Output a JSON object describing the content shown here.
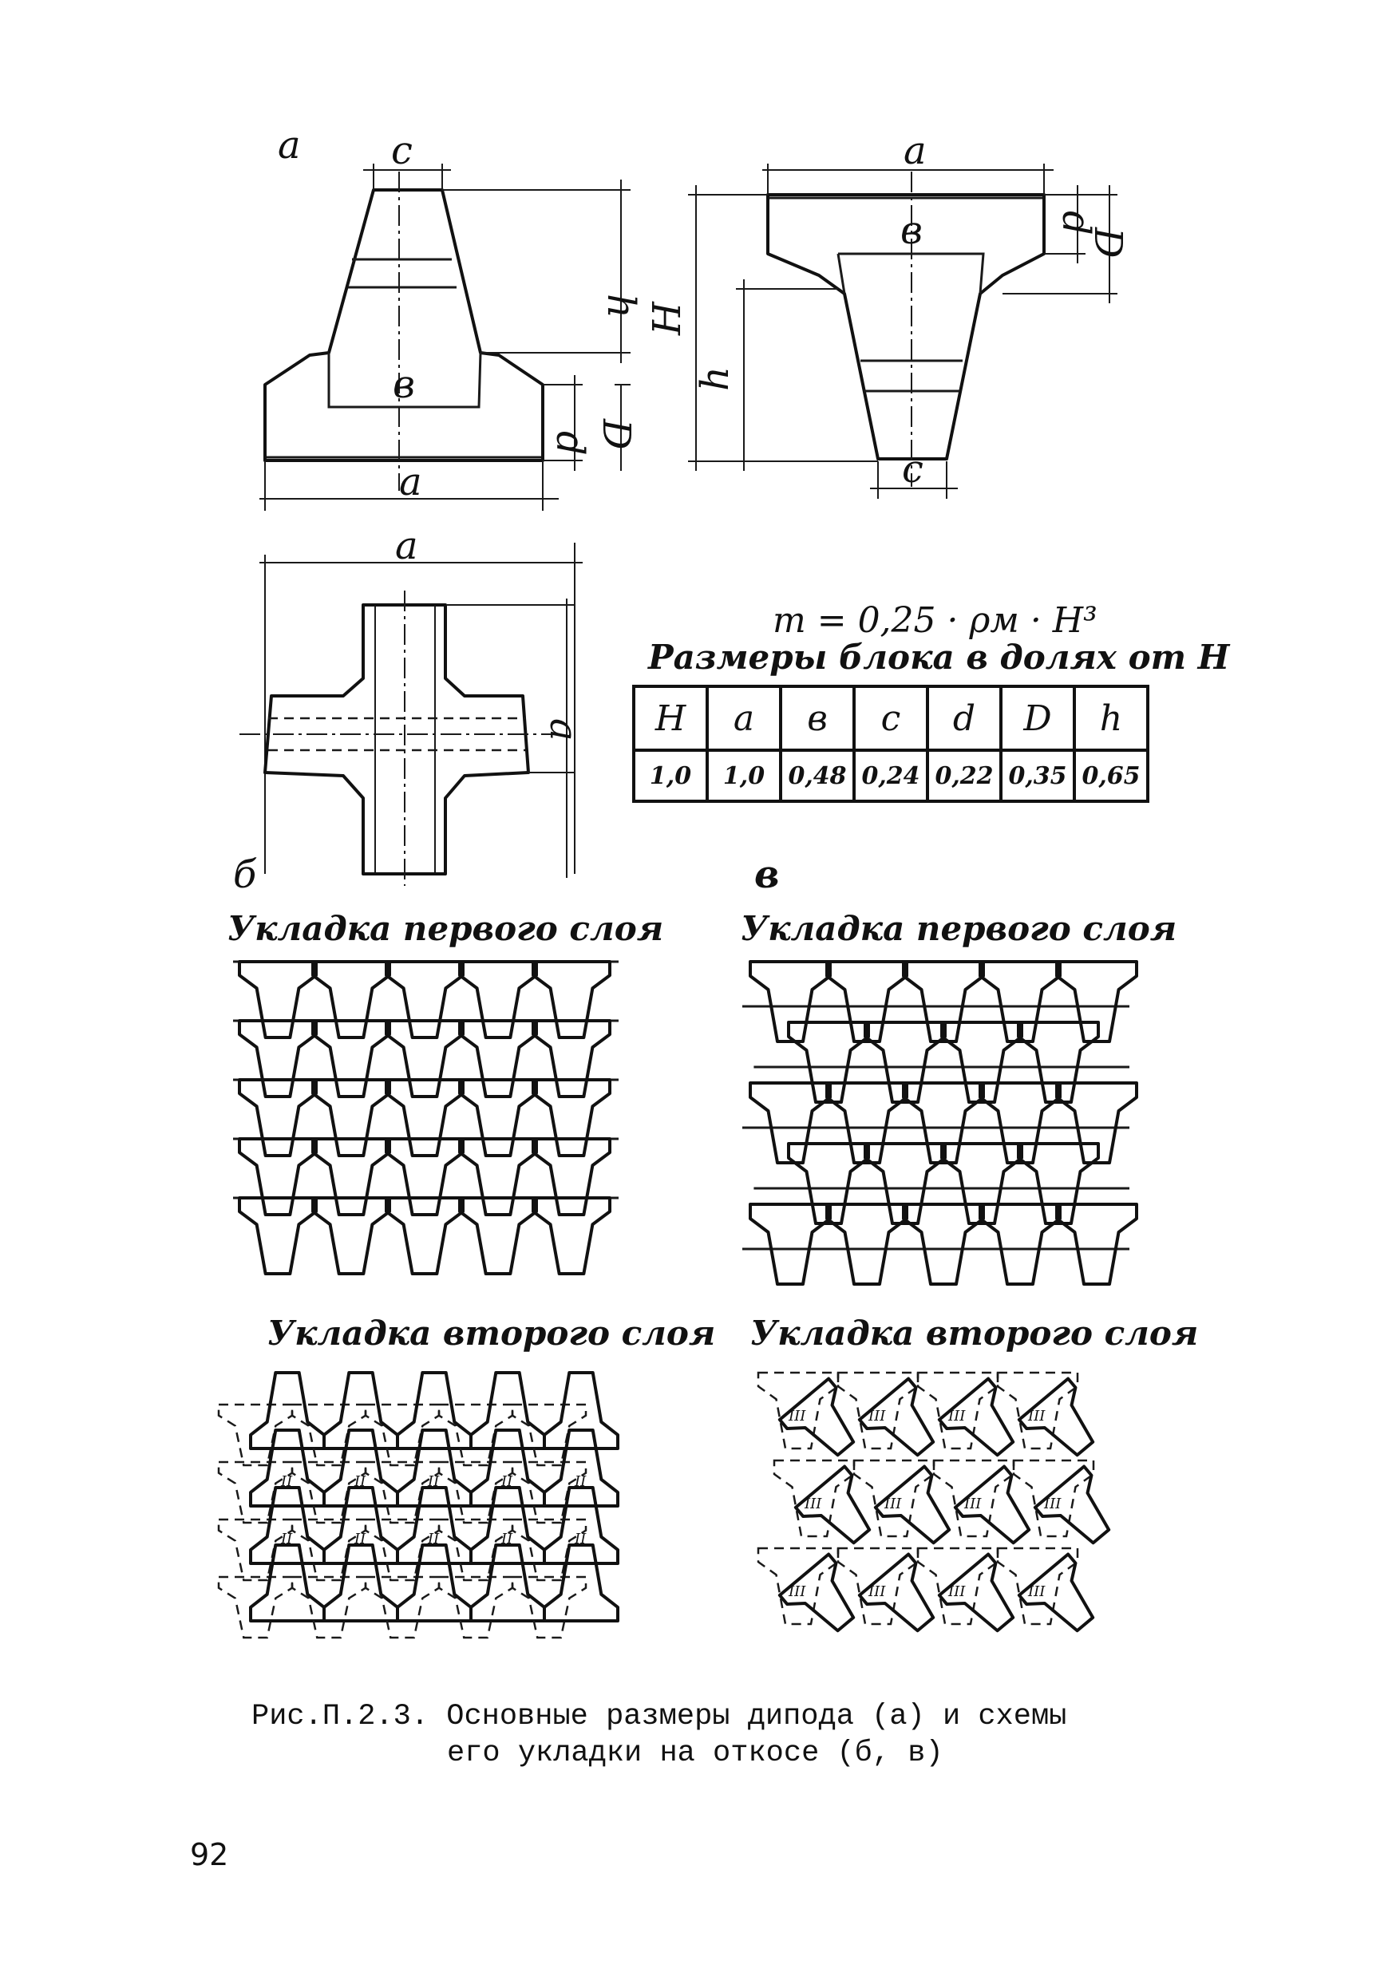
{
  "panel_a_label": "а",
  "panel_b_label": "б",
  "panel_v_label": "в",
  "dim_labels": {
    "a": "a",
    "b": "в",
    "c": "c",
    "d": "d",
    "D": "D",
    "h": "h",
    "H": "H"
  },
  "formula": "m = 0,25 · ρм · H³",
  "table_title": "Размеры блока в долях от H",
  "table": {
    "headers": [
      "H",
      "a",
      "в",
      "c",
      "d",
      "D",
      "h"
    ],
    "values": [
      "1,0",
      "1,0",
      "0,48",
      "0,24",
      "0,22",
      "0,35",
      "0,65"
    ]
  },
  "layer1_b": "Укладка первого слоя",
  "layer1_v": "Укладка первого слоя",
  "layer2_b": "Укладка второго слоя",
  "layer2_v": "Укладка второго слоя",
  "caption_line1": "Рис.П.2.3.  Основные размеры диподa  (а) и схемы",
  "caption_line2": "его  укладки на откосе (б, в)",
  "page_number": "92",
  "layer_marks": [
    "II",
    "III"
  ]
}
